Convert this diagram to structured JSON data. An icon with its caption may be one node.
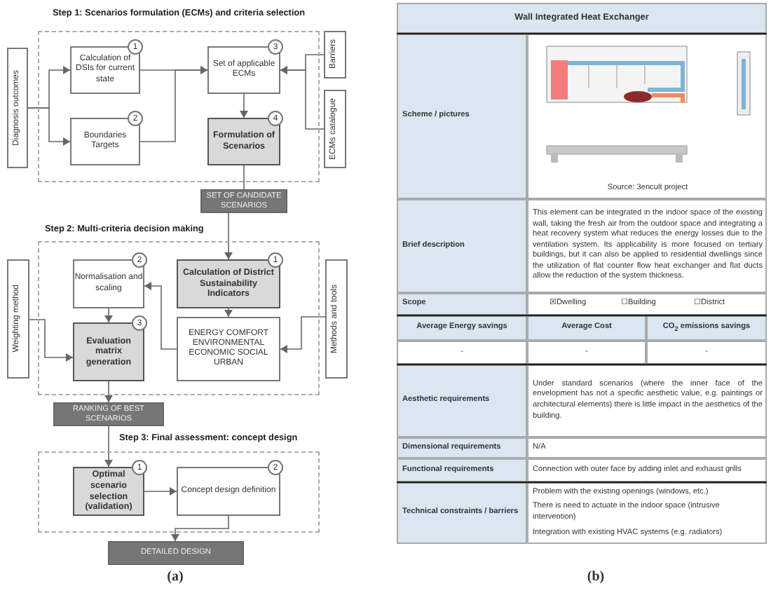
{
  "diagram": {
    "nodes": [
      {
        "text": [
          "Step 1: Scenarios formulation (ECMs) and criteria selection"
        ]
      },
      {
        "text": [
          "Diagnosis outcomes"
        ]
      },
      {
        "text": [
          "Calculation of DSIs for current state"
        ],
        "in": 0,
        "beside": [
          "1"
        ]
      },
      {
        "text": [
          "Boundaries Targets"
        ],
        "in": 0,
        "beside": [
          "2"
        ]
      },
      {
        "text": [
          "Set of applicable ECMs"
        ],
        "in": 0,
        "beside": [
          "3"
        ]
      },
      {
        "text": [
          "Formulation of Scenarios"
        ],
        "in": 0,
        "beside": [
          "4"
        ]
      },
      {
        "text": [
          "Barriers"
        ]
      },
      {
        "text": [
          "ECMs catalogue"
        ]
      },
      {
        "text": [
          "SET OF CANDIDATE SCENARIOS"
        ]
      },
      {
        "text": [
          "Step 2: Multi-criteria decision making"
        ]
      },
      {
        "text": [
          "Weighting method"
        ]
      },
      {
        "text": [
          "Normalisation and scaling"
        ],
        "in": 9,
        "beside": [
          "2"
        ]
      },
      {
        "text": [
          "Calculation of District Sustainability Indicators"
        ],
        "in": 9,
        "beside": [
          "1"
        ]
      },
      {
        "text": [
          "Evaluation matrix generation"
        ],
        "in": 9,
        "beside": [
          "3"
        ]
      },
      {
        "text": [
          "ENERGY COMFORT ENVIRONMENTAL ECONOMIC SOCIAL URBAN"
        ],
        "in": 9
      },
      {
        "text": [
          "Methods and tools"
        ]
      },
      {
        "text": [
          "RANKING OF BEST SCENARIOS"
        ]
      },
      {
        "text": [
          "Step 3: Final assessment: concept design"
        ]
      },
      {
        "text": [
          "Optimal scenario selection (validation)"
        ],
        "in": 17,
        "beside": [
          "1"
        ]
      },
      {
        "text": [
          "Concept design definition"
        ],
        "in": 17,
        "beside": [
          "2"
        ]
      },
      {
        "text": [
          "DETAILED DESIGN"
        ]
      }
    ],
    "edges": [
      {
        "from": 1,
        "to": 2,
        "arrow": "to"
      },
      {
        "from": 1,
        "to": 3,
        "arrow": "to"
      },
      {
        "from": 2,
        "to": 4,
        "arrow": "to"
      },
      {
        "from": 3,
        "to": 4,
        "arrow": "to"
      },
      {
        "from": 6,
        "to": 4,
        "arrow": "to"
      },
      {
        "from": 7,
        "to": 4,
        "arrow": "to"
      },
      {
        "from": 4,
        "to": 5,
        "arrow": "to"
      },
      {
        "from": 5,
        "to": 8,
        "arrow": "none"
      },
      {
        "from": 8,
        "to": 12,
        "arrow": "to"
      },
      {
        "from": 12,
        "to": 14,
        "arrow": "to"
      },
      {
        "from": 14,
        "to": 11,
        "arrow": "to"
      },
      {
        "from": 11,
        "to": 13,
        "arrow": "to"
      },
      {
        "from": 10,
        "to": 13,
        "arrow": "to"
      },
      {
        "from": 15,
        "to": 14,
        "arrow": "to"
      },
      {
        "from": 13,
        "to": 16,
        "arrow": "to"
      },
      {
        "from": 16,
        "to": 18,
        "arrow": "to"
      },
      {
        "from": 18,
        "to": 19,
        "arrow": "to"
      },
      {
        "from": 19,
        "to": 20,
        "arrow": "to"
      }
    ],
    "labels": [
      "(a)",
      "Wall Integrated Heat Exchanger",
      "Scheme / pictures",
      "Source: 3encult project",
      "Brief description",
      "This element can be integrated in the indoor space of the existing wall, taking the fresh air from the outdoor space and integrating a heat recovery system what reduces the energy losses due to the ventilation system. Its applicability is more focused on tertiary buildings, but it can also be applied to residential dwellings since the utilization of flat counter flow heat exchanger and flat ducts allow the reduction of the system thickness.",
      "Scope",
      "☒Dwelling",
      "☐Building",
      "☐District",
      "Average Energy savings",
      "Average Cost",
      "CO$_{2}$ emissions savings",
      "-",
      "-",
      "-",
      "Aesthetic requirements",
      "Under standard scenarios (where the inner face of the envelopment has not a specific aesthetic value, e.g. paintings or architectural elements) there is little impact in the aesthetics of the building.",
      "Dimensional requirements",
      "N/A",
      "Functional requirements",
      "Connection with outer face by adding inlet and exhaust grills",
      "Technical constraints / barriers",
      "Problem with the existing openings (windows, etc.)",
      "There is need to actuate in the indoor space (intrusive intervention)",
      "Integration with existing HVAC systems (e.g. radiators)",
      "(b)"
    ]
  }
}
